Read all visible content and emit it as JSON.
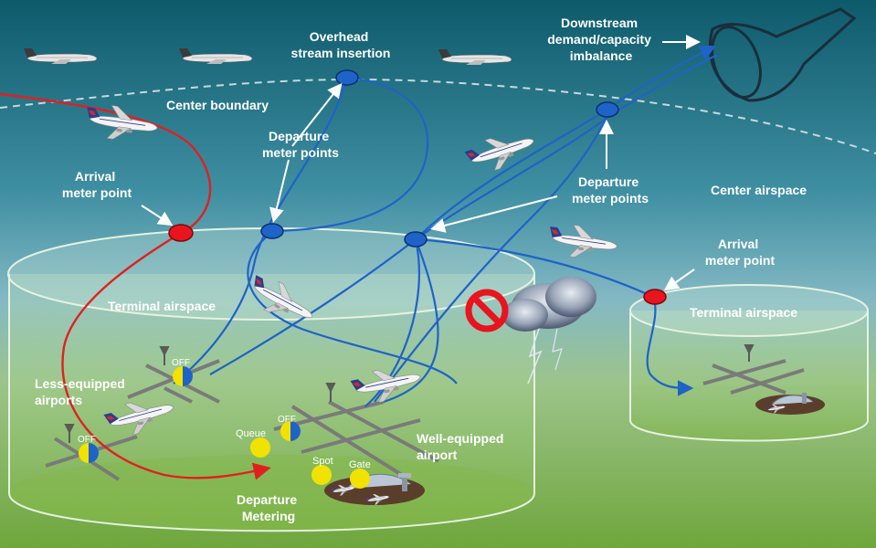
{
  "labels": {
    "overhead": [
      "Overhead",
      "stream insertion"
    ],
    "downstream": [
      "Downstream",
      "demand/capacity",
      "imbalance"
    ],
    "center_boundary": "Center boundary",
    "departure_meter_left": [
      "Departure",
      "meter points"
    ],
    "departure_meter_right": [
      "Departure",
      "meter points"
    ],
    "arrival_meter_left": [
      "Arrival",
      "meter point"
    ],
    "arrival_meter_right": [
      "Arrival",
      "meter point"
    ],
    "center_airspace": "Center airspace",
    "terminal_airspace_left": "Terminal airspace",
    "terminal_airspace_right": "Terminal airspace",
    "less_equipped": [
      "Less-equipped",
      "airports"
    ],
    "well_equipped": [
      "Well-equipped",
      "airport"
    ],
    "departure_metering": [
      "Departure",
      "Metering"
    ],
    "off": "OFF",
    "queue": "Queue",
    "spot": "Spot",
    "gate": "Gate"
  },
  "colors": {
    "sky_top": "#0f5e6e",
    "sky_mid": "#5fa7b8",
    "ground": "#7fb24a",
    "arrival_route": "#e02020",
    "departure_route": "#1e63c8",
    "meter_blue": "#1e63c8",
    "meter_red": "#e8141e",
    "status_yellow": "#f2e200"
  },
  "icons": {
    "airplane": "airplane-icon",
    "storm": "thunderstorm-icon",
    "prohibited": "prohibited-icon",
    "funnel": "funnel-icon",
    "antenna": "antenna-icon",
    "terminal": "terminal-building-icon"
  }
}
